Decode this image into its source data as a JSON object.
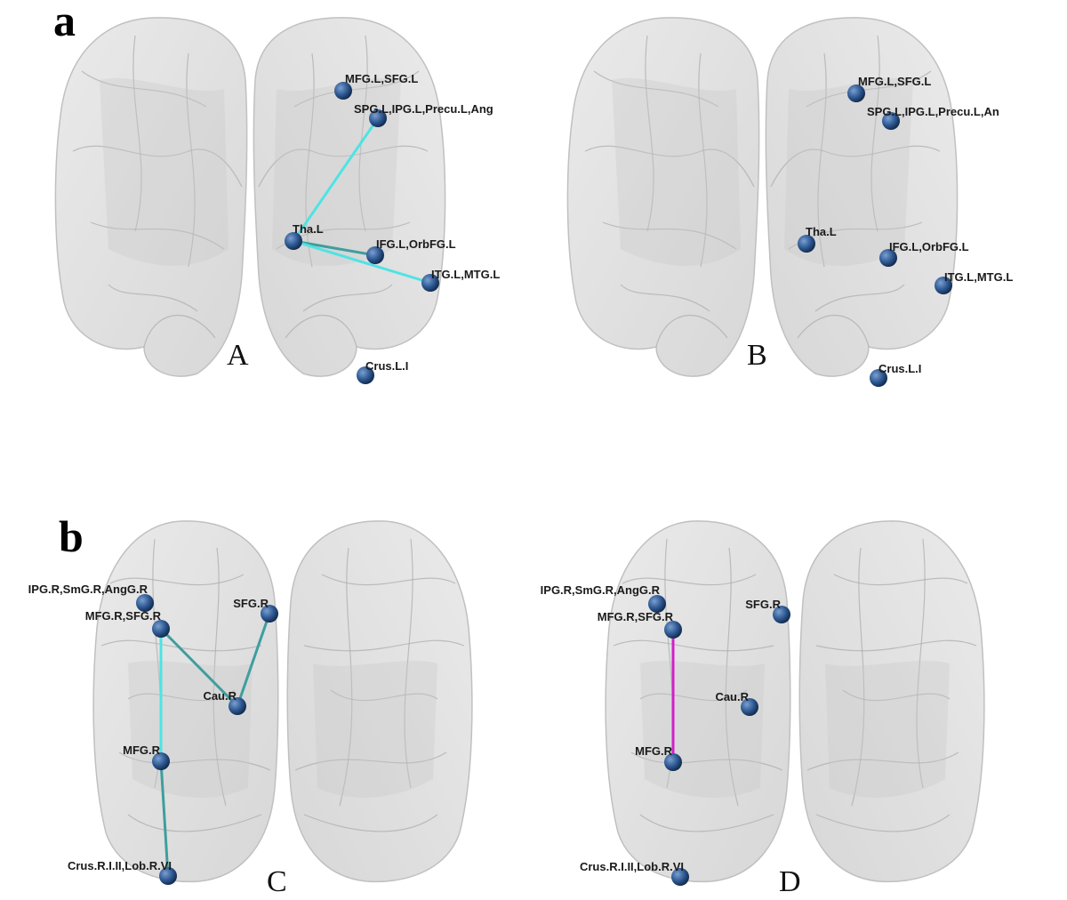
{
  "figure_labels": {
    "a": "a",
    "b": "b"
  },
  "colors": {
    "edge_cyan": "#4fe3e3",
    "edge_teal": "#3f9e9e",
    "edge_magenta": "#d21fc8",
    "node": "#2f5a94"
  },
  "panels": [
    {
      "id": "A",
      "letter": "A",
      "nodes": [
        "MFG.L,SFG.L",
        "SPG.L,IPG.L,Precu.L,Ang",
        "Tha.L",
        "IFG.L,OrbFG.L",
        "ITG.L,MTG.L",
        "Crus.L.I"
      ],
      "edges": [
        {
          "from": 2,
          "to": 1,
          "color": "edge_cyan"
        },
        {
          "from": 2,
          "to": 3,
          "color": "edge_teal"
        },
        {
          "from": 2,
          "to": 4,
          "color": "edge_cyan"
        }
      ]
    },
    {
      "id": "B",
      "letter": "B",
      "nodes": [
        "MFG.L,SFG.L",
        "SPG.L,IPG.L,Precu.L,An",
        "Tha.L",
        "IFG.L,OrbFG.L",
        "ITG.L,MTG.L",
        "Crus.L.I"
      ],
      "edges": []
    },
    {
      "id": "C",
      "letter": "C",
      "nodes": [
        "IPG.R,SmG.R,AngG.R",
        "MFG.R,SFG.R",
        "SFG.R",
        "Cau.R",
        "MFG.R",
        "Crus.R.I.II,Lob.R.VI"
      ],
      "edges": [
        {
          "from": 1,
          "to": 3,
          "color": "edge_teal"
        },
        {
          "from": 2,
          "to": 3,
          "color": "edge_teal"
        },
        {
          "from": 1,
          "to": 4,
          "color": "edge_cyan"
        },
        {
          "from": 4,
          "to": 5,
          "color": "edge_teal"
        }
      ]
    },
    {
      "id": "D",
      "letter": "D",
      "nodes": [
        "IPG.R,SmG.R,AngG.R",
        "MFG.R,SFG.R",
        "SFG.R",
        "Cau.R",
        "MFG.R",
        "Crus.R.I.II,Lob.R.VI"
      ],
      "edges": [
        {
          "from": 1,
          "to": 4,
          "color": "edge_magenta"
        }
      ]
    }
  ]
}
